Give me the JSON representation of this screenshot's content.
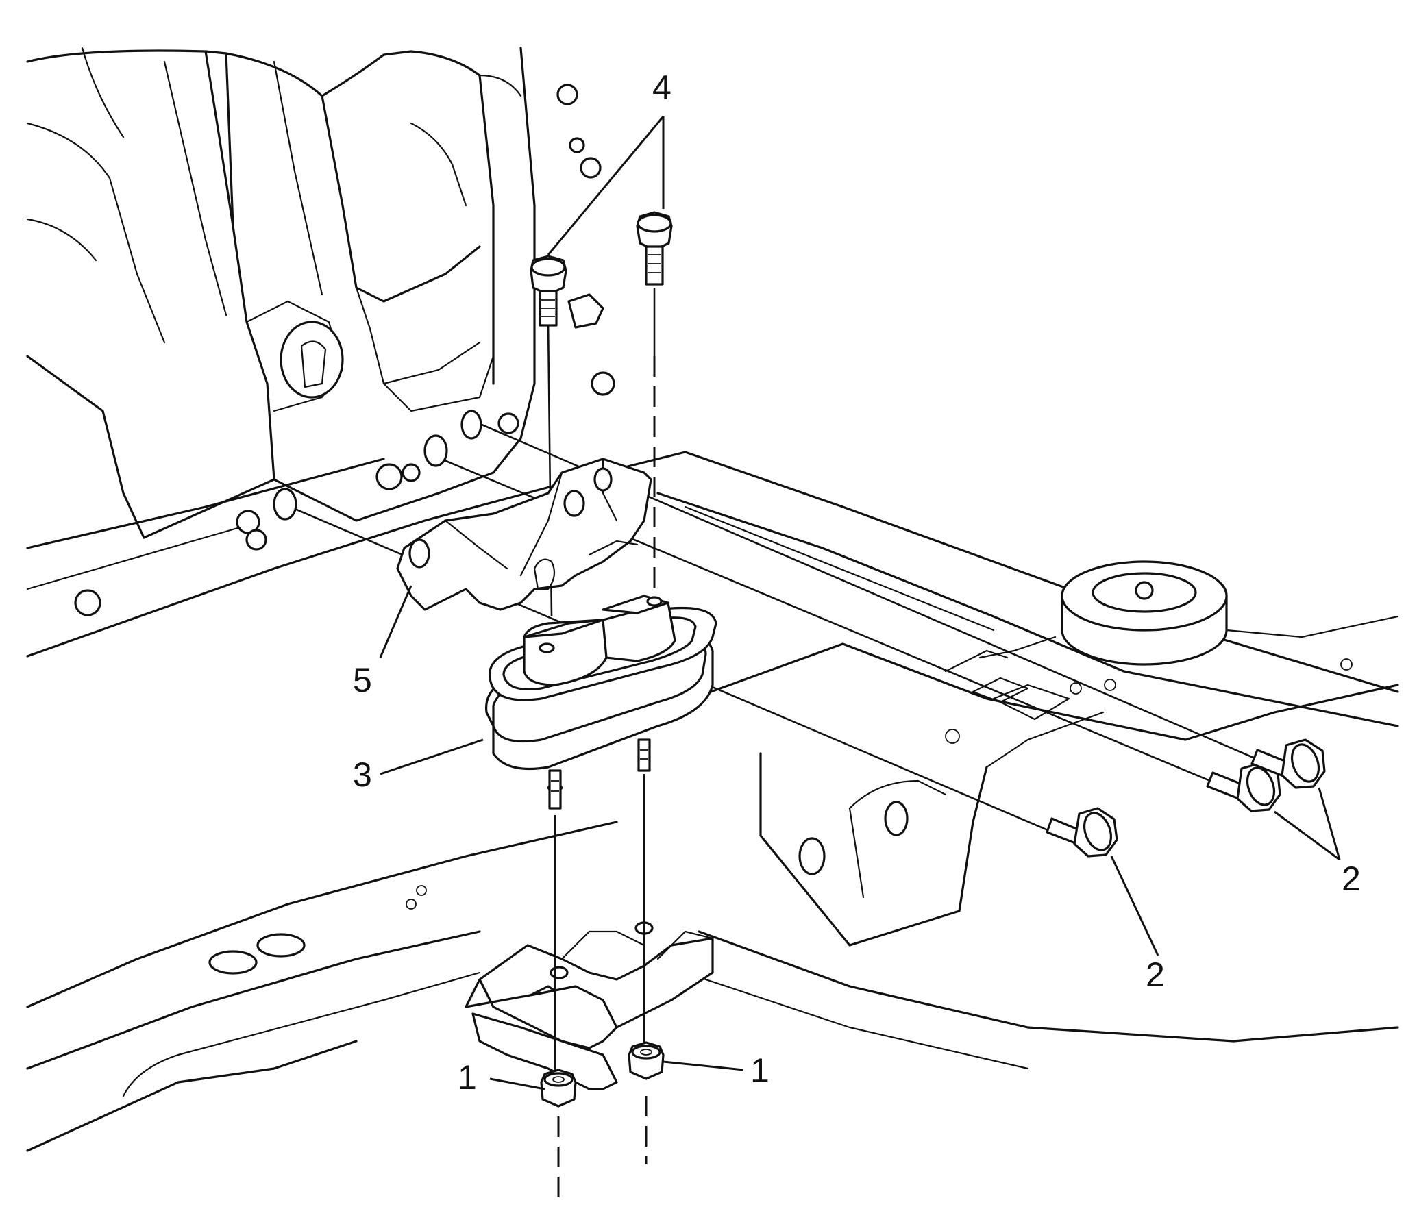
{
  "callouts": [
    {
      "id": "nut-1a",
      "label": "1"
    },
    {
      "id": "nut-1b",
      "label": "1"
    },
    {
      "id": "bolt-2a",
      "label": "2"
    },
    {
      "id": "bolt-2b",
      "label": "2"
    },
    {
      "id": "mount-3",
      "label": "3"
    },
    {
      "id": "bolt-4",
      "label": "4"
    },
    {
      "id": "bracket-5",
      "label": "5"
    }
  ]
}
